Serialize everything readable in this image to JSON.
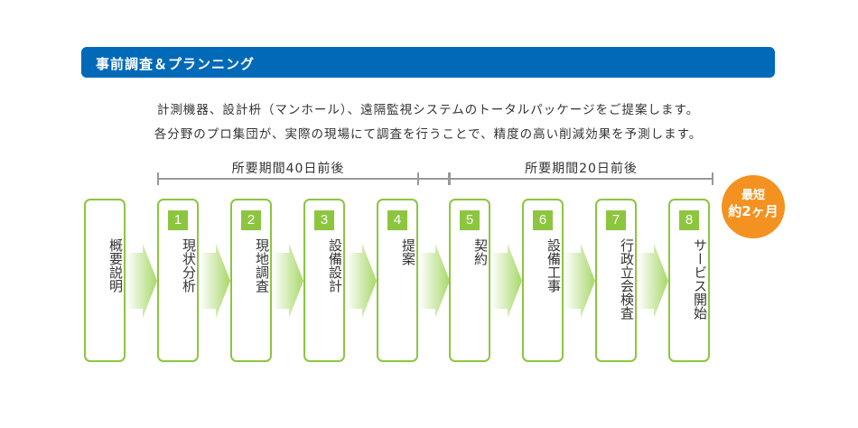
{
  "header": {
    "title": "事前調査＆プランニング"
  },
  "description": [
    "計測機器、設計枡（マンホール）、遠隔監視システムのトータルパッケージをご提案します。",
    "各分野のプロ集団が、実際の現場にて調査を行うことで、精度の高い削減効果を予測します。"
  ],
  "periods": [
    {
      "label": "所要期間40日前後"
    },
    {
      "label": "所要期間20日前後"
    }
  ],
  "steps": [
    {
      "num": "",
      "label": "概要説明"
    },
    {
      "num": "1",
      "label": "現状分析"
    },
    {
      "num": "2",
      "label": "現地調査"
    },
    {
      "num": "3",
      "label": "設備設計"
    },
    {
      "num": "4",
      "label": "提案"
    },
    {
      "num": "5",
      "label": "契約"
    },
    {
      "num": "6",
      "label": "設備工事"
    },
    {
      "num": "7",
      "label": "行政立会検査"
    },
    {
      "num": "8",
      "label": "サービス開始"
    }
  ],
  "badge": {
    "line1": "最短",
    "line2": "約2ヶ月"
  },
  "colors": {
    "header": "#0069b8",
    "accent": "#8cc63f",
    "badge": "#f39220"
  }
}
